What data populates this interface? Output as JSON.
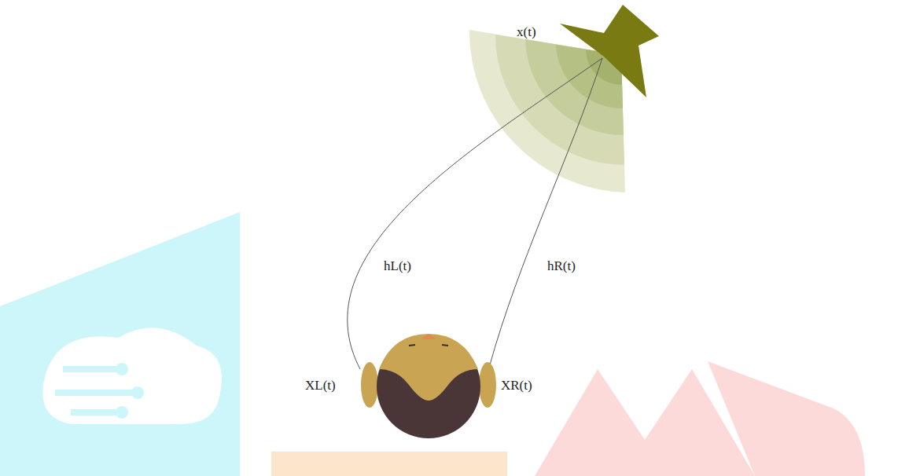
{
  "diagram": {
    "labels": [
      "x(t)",
      "hL(t)",
      "hR(t)",
      "XL(t)",
      "XR(t)"
    ]
  }
}
